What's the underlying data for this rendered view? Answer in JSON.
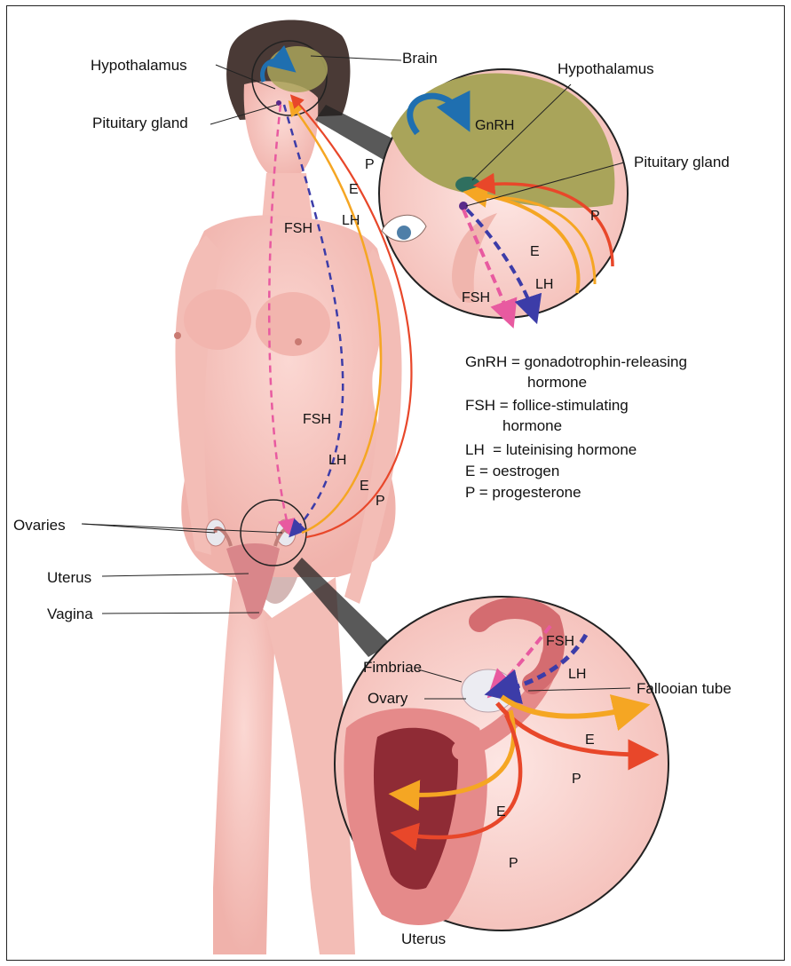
{
  "colors": {
    "skin": "#f7c9c4",
    "skin_shadow": "#e9a59f",
    "hair": "#4a3a36",
    "brain": "#a9a45a",
    "gnrh_arrow": "#1f6fb0",
    "fsh": "#e85aa0",
    "lh": "#3c3ca8",
    "oestrogen": "#f5a623",
    "progesterone": "#e8472a"
  },
  "head_labels": {
    "hypothalamus": "Hypothalamus",
    "brain": "Brain",
    "pituitary": "Pituitary gland"
  },
  "head_inset": {
    "hypothalamus": "Hypothalamus",
    "gnrh": "GnRH",
    "pituitary": "Pituitary gland",
    "p": "P",
    "e": "E",
    "lh": "LH",
    "fsh": "FSH"
  },
  "path_labels_upper": {
    "p": "P",
    "e": "E",
    "lh": "LH",
    "fsh": "FSH"
  },
  "path_labels_lower": {
    "fsh": "FSH",
    "lh": "LH",
    "e": "E",
    "p": "P"
  },
  "legend": [
    {
      "line1": "GnRH = gonadotrophin-releasing",
      "line2": "hormone"
    },
    {
      "line1": "FSH = follice-stimulating",
      "line2": "hormone"
    },
    {
      "line1": "LH  = luteinising hormone",
      "line2": ""
    },
    {
      "line1": "E = oestrogen",
      "line2": ""
    },
    {
      "line1": "P = progesterone",
      "line2": ""
    }
  ],
  "body_labels": {
    "ovaries": "Ovaries",
    "uterus": "Uterus",
    "vagina": "Vagina"
  },
  "pelvis_inset": {
    "fsh": "FSH",
    "lh": "LH",
    "fimbriae": "Fimbriae",
    "ovary": "Ovary",
    "fallopian_tube": "Fallooian tube",
    "e_right": "E",
    "p_right": "P",
    "e_lower": "E",
    "p_lower": "P",
    "uterus": "Uterus"
  }
}
